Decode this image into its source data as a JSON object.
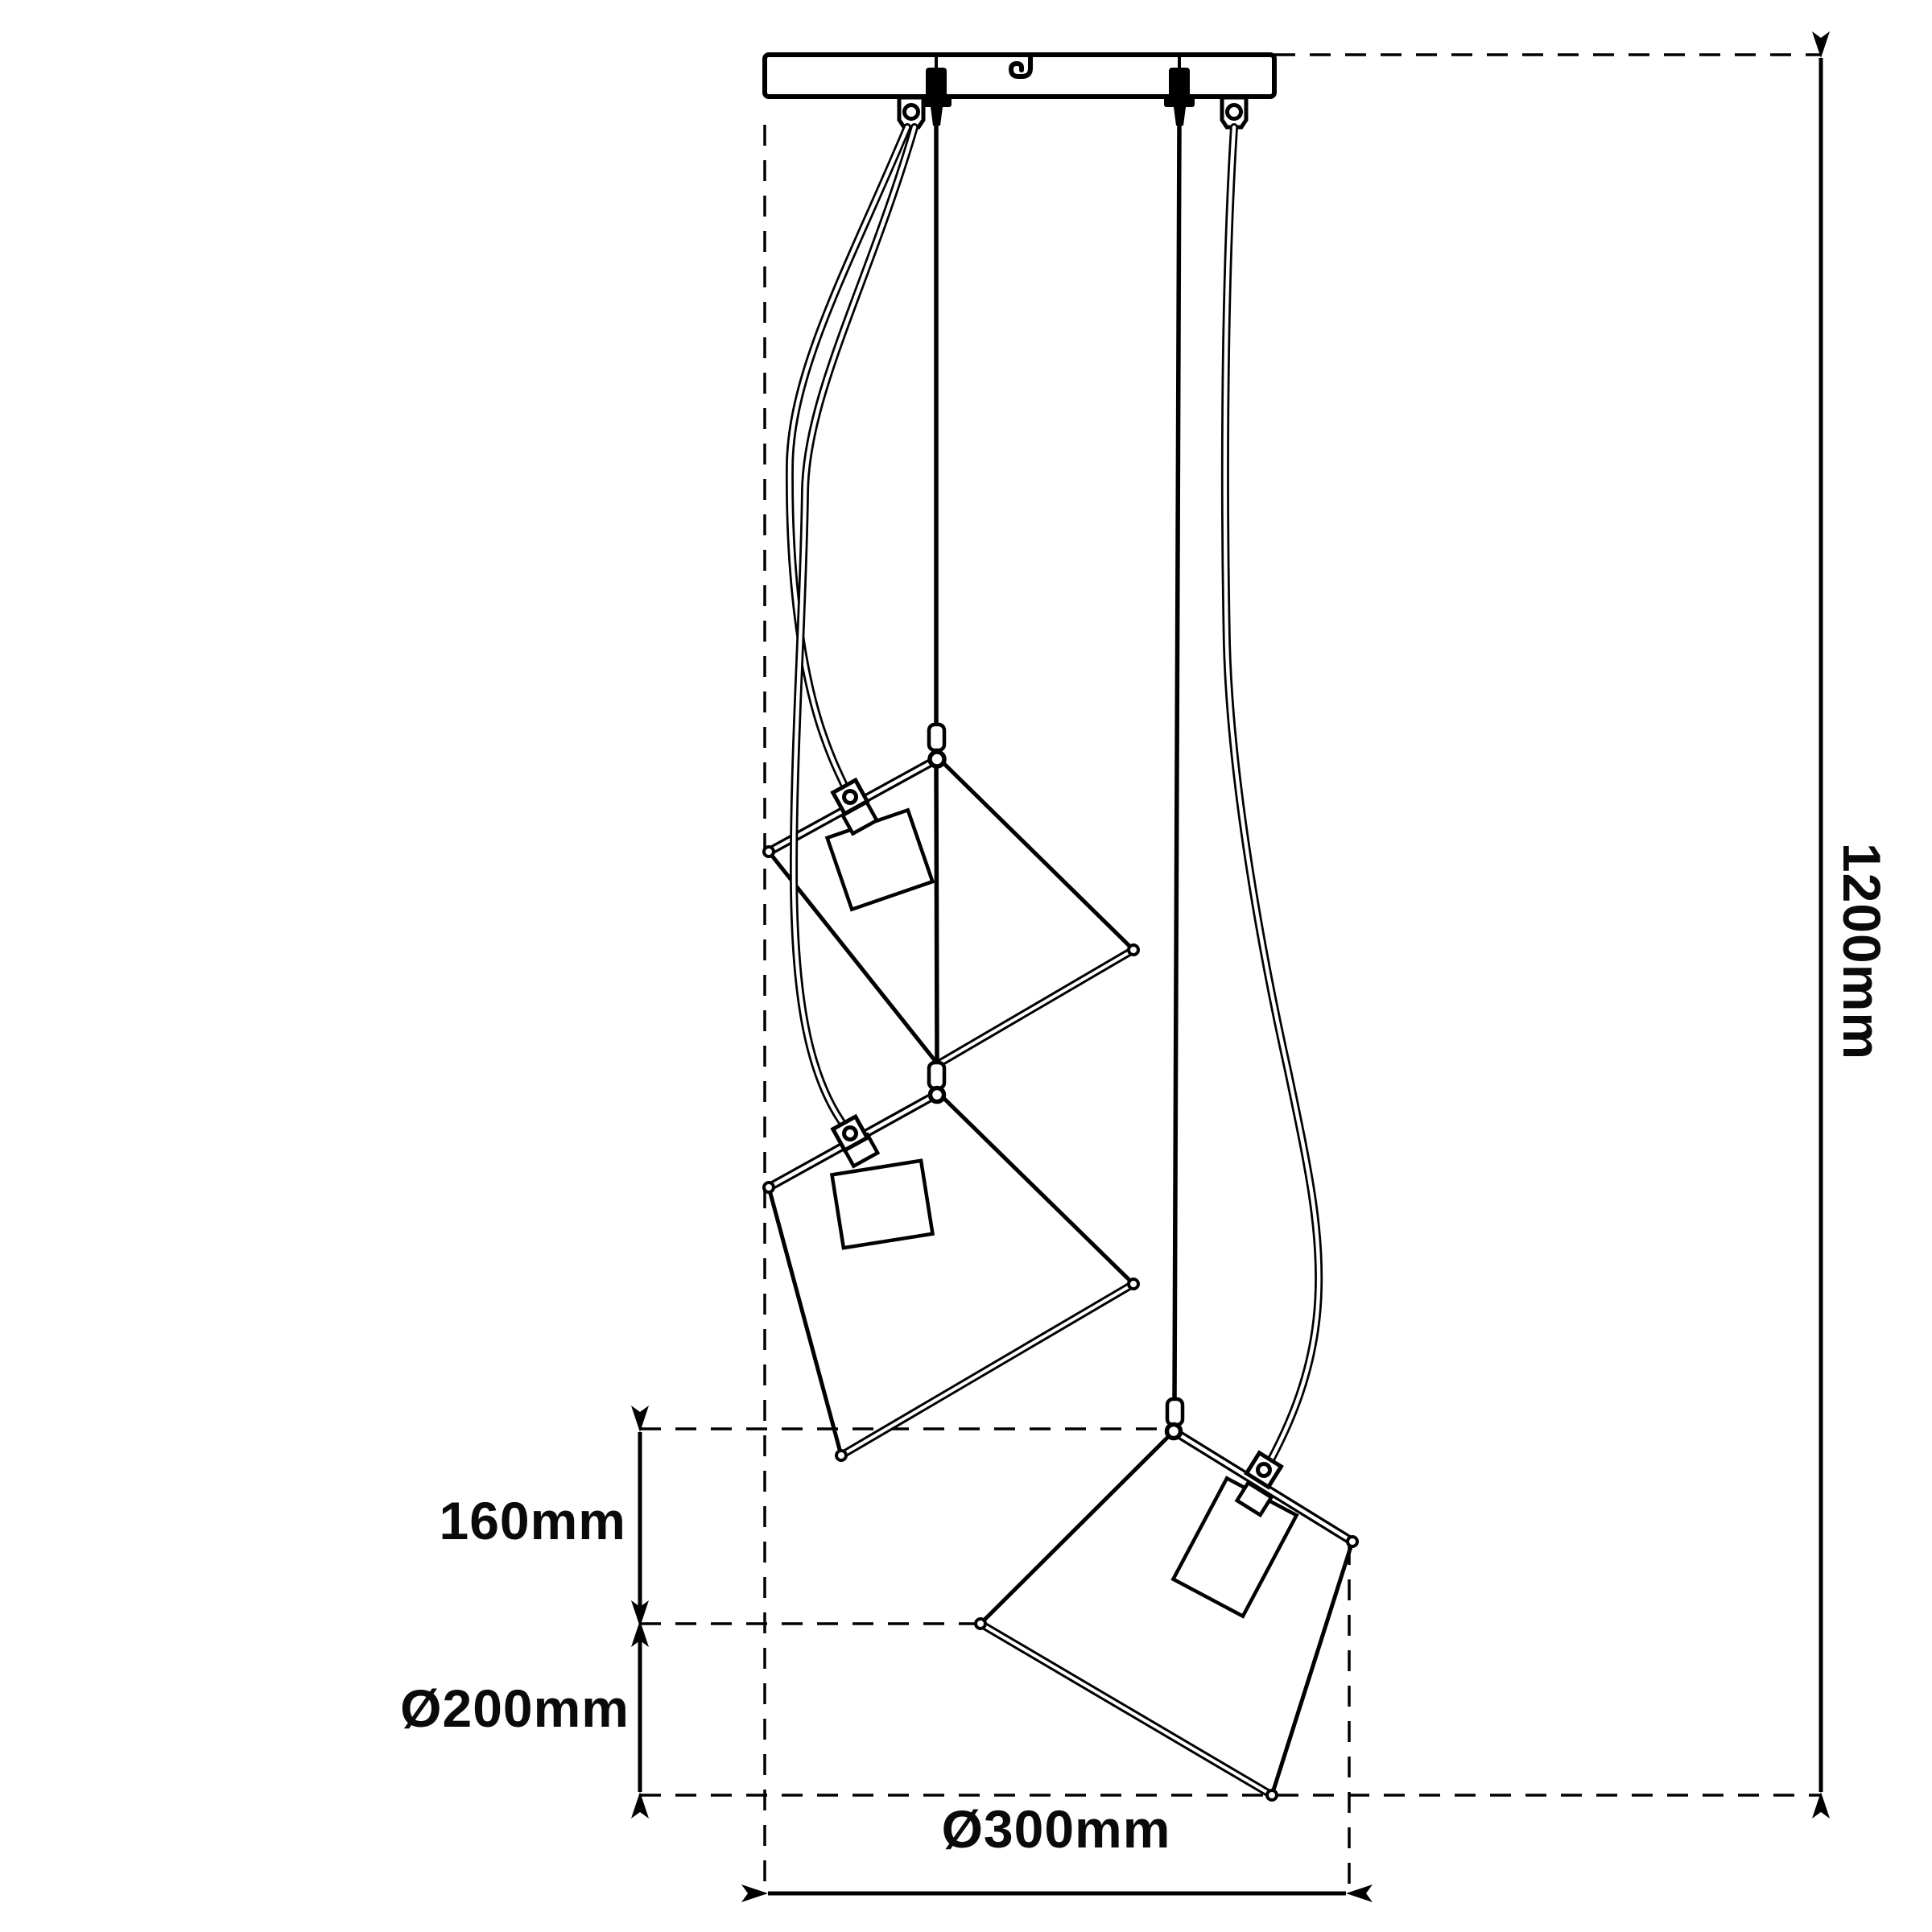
{
  "drawing": {
    "title": "pendant-lamp-dimension-drawing",
    "background_color": "#ffffff",
    "line_color": "#000000",
    "style": "black line art on white, CAD dimension drawing"
  },
  "dimensions": {
    "overall_height": "1200mm",
    "suspension_drop": "160mm",
    "shade_height_diameter": "Ø200mm",
    "fixture_spread": "Ø300mm"
  },
  "parts": {
    "canopy": "ceiling-mounting-rail",
    "glands": [
      "left-cable-gland",
      "right-cable-gland"
    ],
    "eyelets": [
      "left-hanger-eyelet",
      "right-hanger-eyelet"
    ],
    "shades": [
      "upper-square-shade",
      "middle-square-shade",
      "lower-square-shade"
    ]
  }
}
